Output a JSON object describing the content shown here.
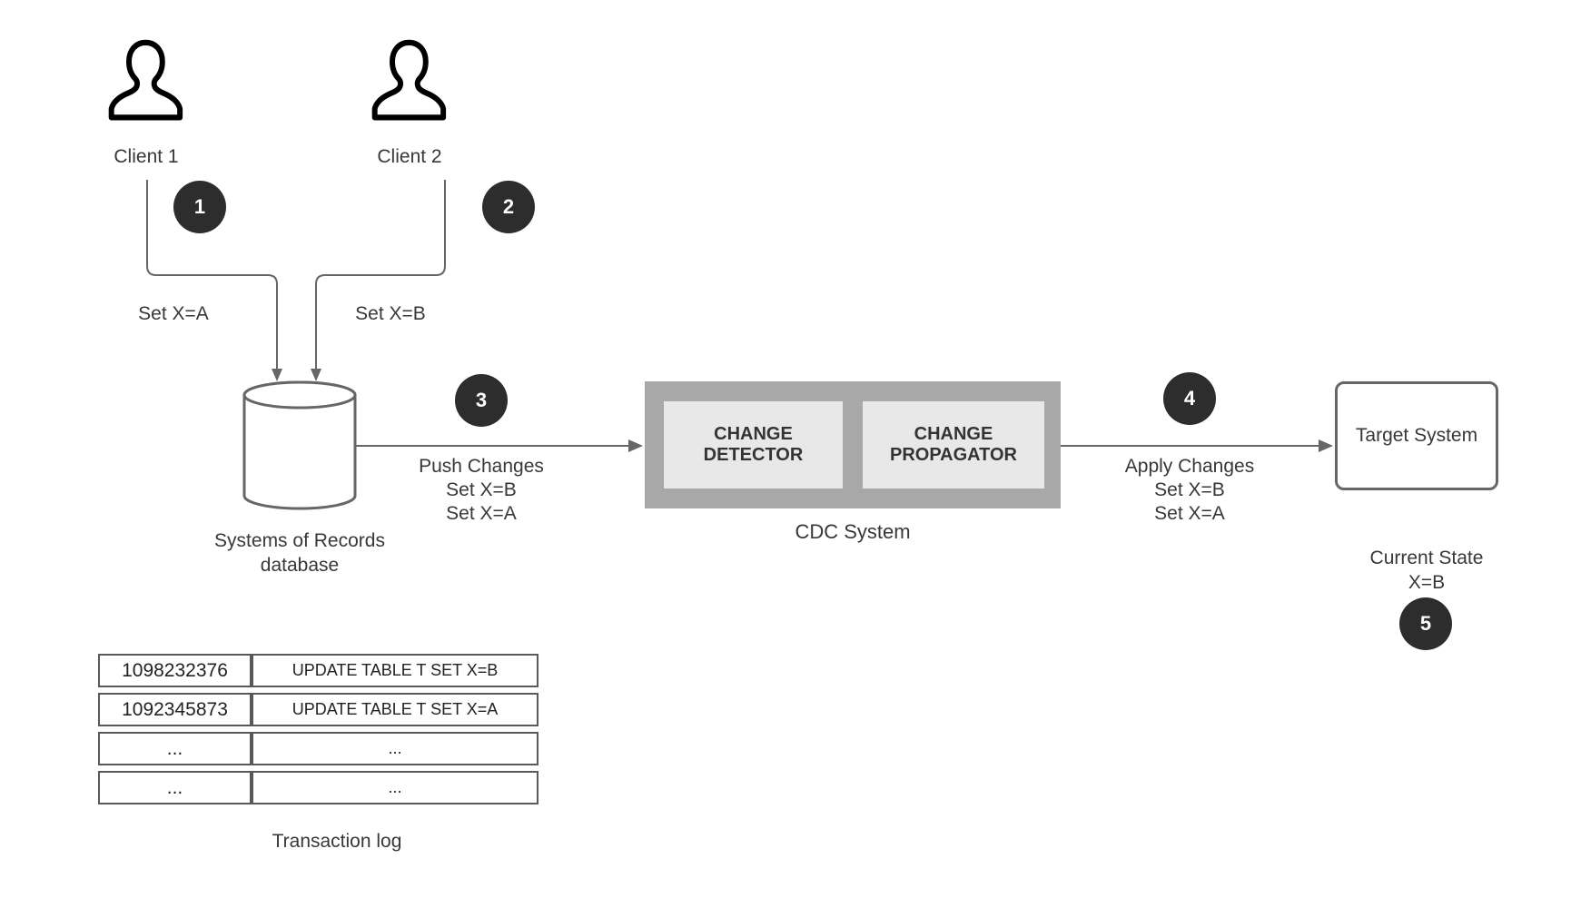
{
  "clients": [
    {
      "label": "Client 1"
    },
    {
      "label": "Client 2"
    }
  ],
  "badges": [
    "1",
    "2",
    "3",
    "4",
    "5"
  ],
  "edge_labels": {
    "set_a": "Set X=A",
    "set_b": "Set X=B",
    "push": [
      "Push Changes",
      "Set X=B",
      "Set X=A"
    ],
    "apply": [
      "Apply Changes",
      "Set X=B",
      "Set X=A"
    ]
  },
  "database": {
    "label_line1": "Systems of Records",
    "label_line2": "database"
  },
  "cdc": {
    "title": "CDC System",
    "detector": "CHANGE DETECTOR",
    "propagator": "CHANGE PROPAGATOR"
  },
  "target": {
    "label": "Target System",
    "state_line1": "Current State",
    "state_line2": "X=B"
  },
  "log": {
    "caption": "Transaction log",
    "rows": [
      [
        "1098232376",
        "UPDATE TABLE T SET X=B"
      ],
      [
        "1092345873",
        "UPDATE TABLE T SET X=A"
      ],
      [
        "...",
        "..."
      ],
      [
        "...",
        "..."
      ]
    ]
  },
  "colors": {
    "connector": "#666666",
    "badge_fill": "#2d2d2d",
    "cdc_outer": "#a8a8a8",
    "cdc_inner": "#e8e8e8",
    "table_border": "#595959",
    "text": "#383838",
    "icon_stroke": "#000000"
  }
}
